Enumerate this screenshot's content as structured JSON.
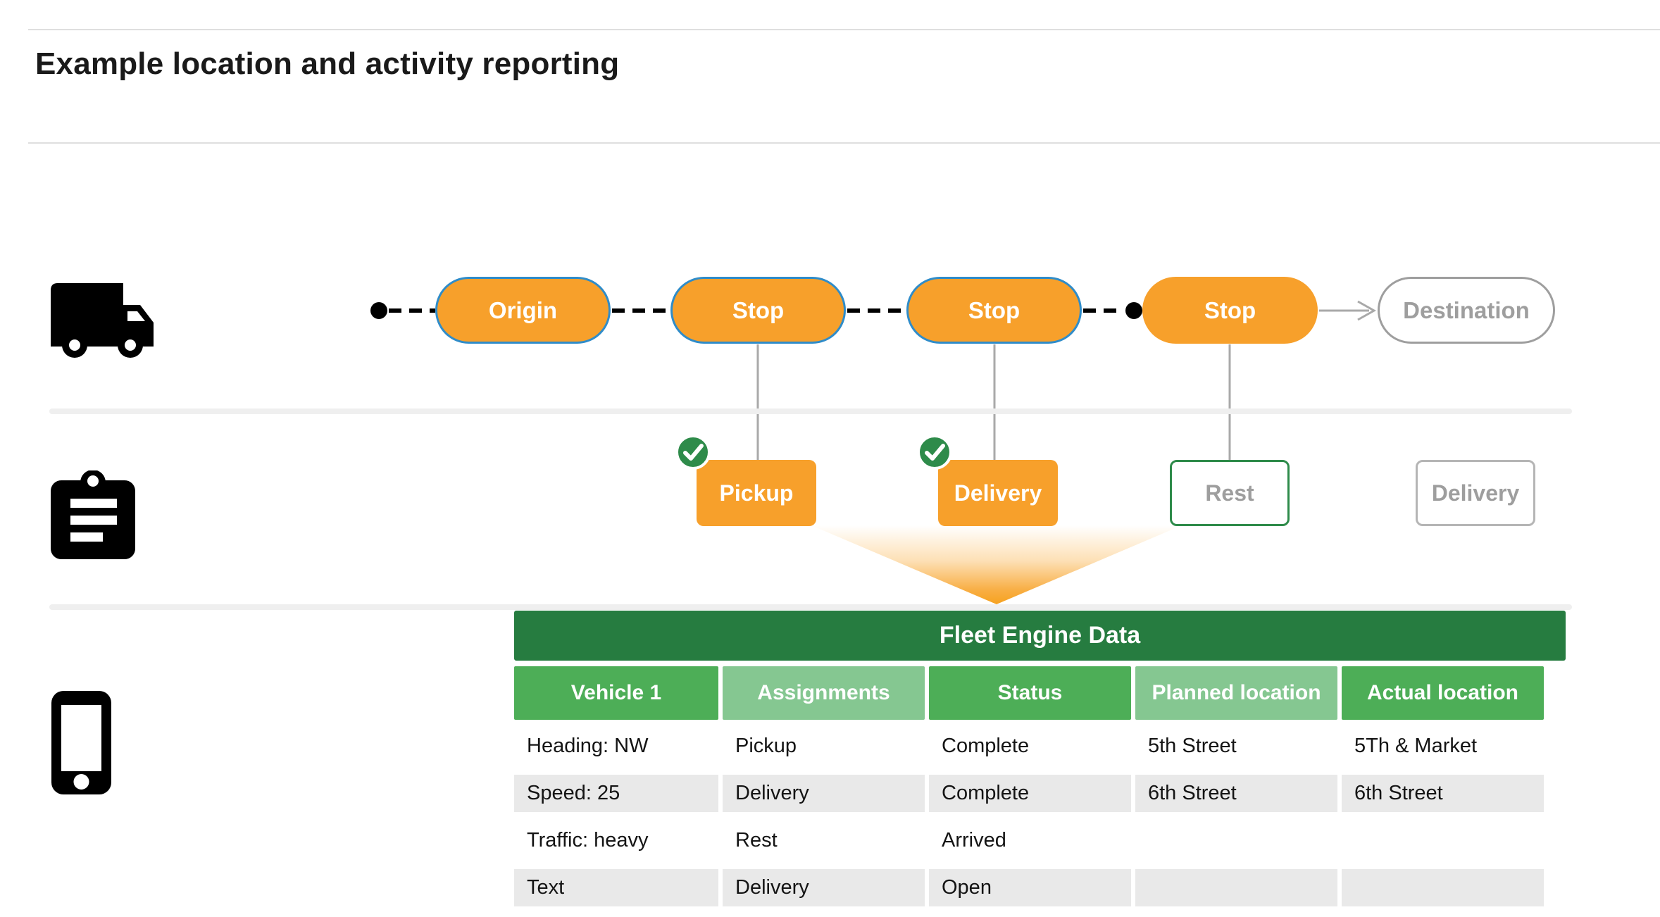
{
  "header": {
    "title": "Example location and activity reporting"
  },
  "route": {
    "nodes": [
      {
        "label": "Origin",
        "state": "traveled"
      },
      {
        "label": "Stop",
        "state": "traveled"
      },
      {
        "label": "Stop",
        "state": "traveled"
      },
      {
        "label": "Stop",
        "state": "upcoming"
      },
      {
        "label": "Destination",
        "state": "future"
      }
    ]
  },
  "activities": [
    {
      "label": "Pickup",
      "state": "complete"
    },
    {
      "label": "Delivery",
      "state": "complete"
    },
    {
      "label": "Rest",
      "state": "arrived"
    },
    {
      "label": "Delivery",
      "state": "open"
    }
  ],
  "table": {
    "title": "Fleet Engine Data",
    "columns": [
      "Vehicle 1",
      "Assignments",
      "Status",
      "Planned location",
      "Actual location"
    ],
    "rows": [
      [
        "Heading: NW",
        "Pickup",
        "Complete",
        "5th Street",
        "5Th & Market"
      ],
      [
        "Speed: 25",
        "Delivery",
        "Complete",
        "6th Street",
        "6th Street"
      ],
      [
        "Traffic: heavy",
        "Rest",
        "Arrived",
        "",
        ""
      ],
      [
        "Text",
        "Delivery",
        "Open",
        "",
        ""
      ]
    ]
  },
  "icons": {
    "lane1": "truck-icon",
    "lane2": "clipboard-icon",
    "lane3": "phone-icon",
    "badge": "check-icon"
  },
  "colors": {
    "orange": "#f7a02b",
    "route_border_blue": "#2f8cc9",
    "table_header_green": "#267c40",
    "table_col_green_mid": "#4dae57",
    "table_col_green_light": "#85c791",
    "check_green": "#2e8b4a",
    "muted_gray": "#9e9e9e",
    "row_gray": "#e9e9e9"
  }
}
